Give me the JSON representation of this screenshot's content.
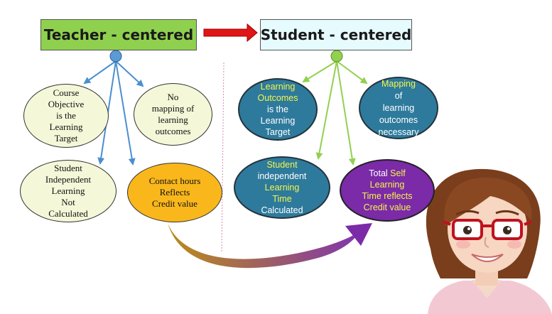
{
  "headers": {
    "teacher": "Teacher - centered",
    "student": "Student - centered"
  },
  "teacher_ovals": {
    "course_objective": [
      "Course",
      "Objective",
      "is the",
      "Learning",
      "Target"
    ],
    "no_mapping": [
      "No",
      "mapping of",
      "learning",
      "outcomes"
    ],
    "student_independent": [
      "Student",
      "Independent",
      "Learning",
      "Not",
      "Calculated"
    ],
    "contact_hours": [
      "Contact hours",
      "Reflects",
      "Credit value"
    ]
  },
  "student_ovals": {
    "learning_outcomes": [
      "Learning",
      "Outcomes",
      "is the",
      "Learning",
      "Target"
    ],
    "mapping": [
      "Mapping",
      "of",
      "learning",
      "outcomes",
      "necessary"
    ],
    "student_independent": [
      "Student",
      "independent",
      "Learning",
      "Time",
      "Calculated"
    ],
    "total_self": [
      "Total ",
      "Self",
      "Learning",
      "Time reflects",
      "Credit value"
    ]
  },
  "colors": {
    "teacher_header": "#8fd14f",
    "student_header": "#e6fbfd",
    "arrow_red": "#e01515",
    "teacher_branch": "#4a8fcf",
    "student_branch": "#92d050",
    "highlight_yellow": "#f5f54a",
    "curve_start": "#b8860b",
    "curve_end": "#7b2aa8"
  },
  "icons": {
    "transition_arrow": "red-right-arrow-icon",
    "illustration": "woman-with-glasses-avatar"
  }
}
